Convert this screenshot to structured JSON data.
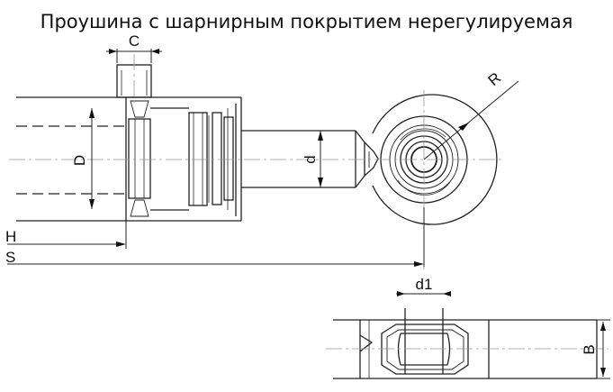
{
  "title": "Проушина с шарнирным покрытием нерегулируемая",
  "dimensions": {
    "c": "C",
    "r": "R",
    "d_upper": "D",
    "d_lower": "d",
    "h": "H",
    "s": "S",
    "d1": "d1",
    "b": "B"
  }
}
